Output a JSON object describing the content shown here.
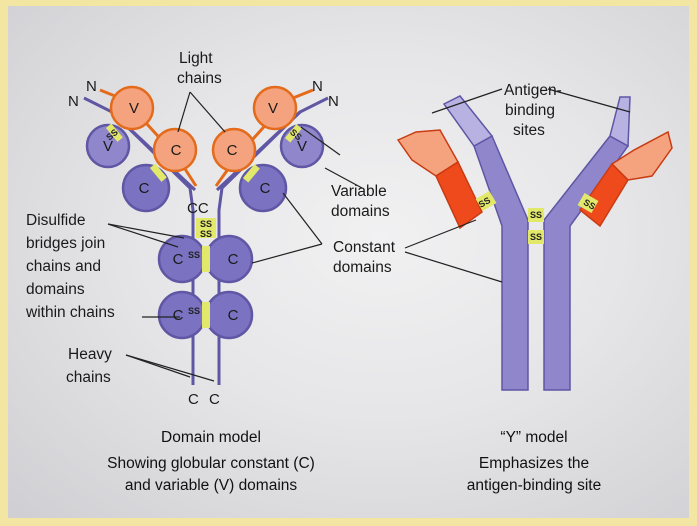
{
  "labels": {
    "light_chains": [
      "Light",
      "chains"
    ],
    "antigen_binding": [
      "Antigen-",
      "binding",
      "sites"
    ],
    "variable_domains": [
      "Variable",
      "domains"
    ],
    "constant_domains": [
      "Constant",
      "domains"
    ],
    "disulfide": [
      "Disulfide",
      "bridges join",
      "chains and",
      "domains",
      "within chains"
    ],
    "heavy_chains": [
      "Heavy",
      "chains"
    ]
  },
  "terminals": {
    "n": "N",
    "c": "C",
    "cc": "CC"
  },
  "domain_letters": {
    "variable": "V",
    "constant": "C"
  },
  "ss": "SS",
  "captions": {
    "domain_model": [
      "Domain model",
      "Showing globular constant (C)",
      "and variable (V) domains"
    ],
    "y_model": [
      "“Y” model",
      "Emphasizes the",
      "antigen-binding site"
    ]
  },
  "colors": {
    "frame_background": "#e6e6e8",
    "outer_background": "#f3e6a3",
    "heavy_chain": "#8f86cc",
    "heavy_chain_dark": "#5f56a4",
    "light_chain": "#f5a37e",
    "light_chain_line": "#e36b1b",
    "variable_tip": "#b8b2e3",
    "light_chain_red": "#ee4a1b",
    "disulfide": "#e2e86a"
  }
}
